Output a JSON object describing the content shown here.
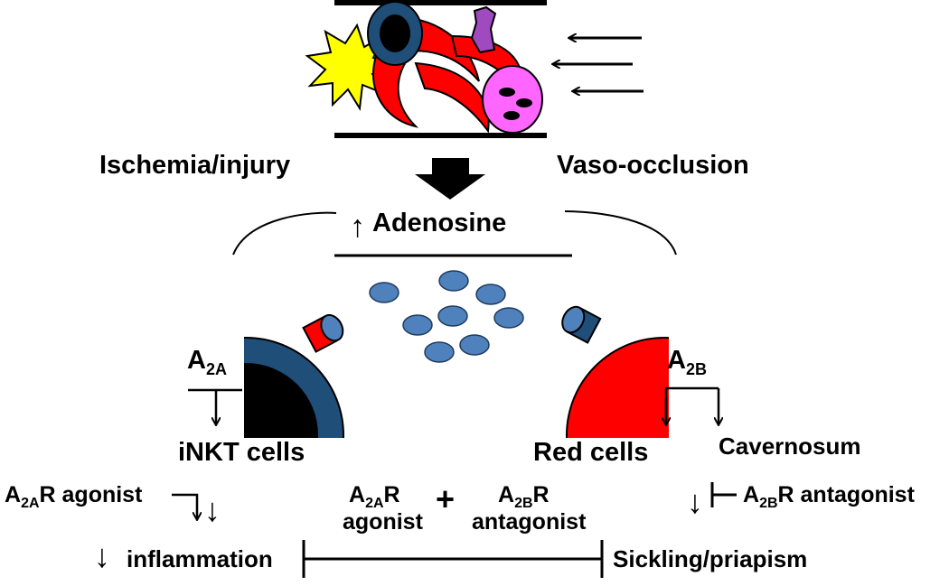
{
  "labels": {
    "ischemia": "Ischemia/injury",
    "vaso": "Vaso-occlusion",
    "adenosine": "Adenosine",
    "a2a": {
      "main": "A",
      "sub": "2A"
    },
    "a2b": {
      "main": "A",
      "sub": "2B"
    },
    "inkt": "iNKT cells",
    "red_cells": "Red cells",
    "cavernosum": "Cavernosum",
    "a2a_agonist_left": {
      "pre": "A",
      "sub": "2A",
      "post": "R agonist"
    },
    "a2b_antagonist_right": {
      "pre": "A",
      "sub": "2B",
      "post": "R antagonist"
    },
    "combo": {
      "left_line1": {
        "pre": "A",
        "sub": "2A",
        "post": "R"
      },
      "left_line2": "agonist",
      "plus": "+",
      "right_line1": {
        "pre": "A",
        "sub": "2B",
        "post": "R"
      },
      "right_line2": "antagonist"
    },
    "inflammation": "inflammation",
    "sickling": "Sickling/priapism",
    "up_arrow": "↑",
    "down_arrow": "↓"
  },
  "colors": {
    "red_cell": "#ff0000",
    "receptor_blue": "#4f81bd",
    "dark_blue": "#1f4e79",
    "yellow_star": "#ffff00",
    "pink_cell": "#ff66ff",
    "purple_platelet": "#a04ac0",
    "black": "#000000"
  }
}
